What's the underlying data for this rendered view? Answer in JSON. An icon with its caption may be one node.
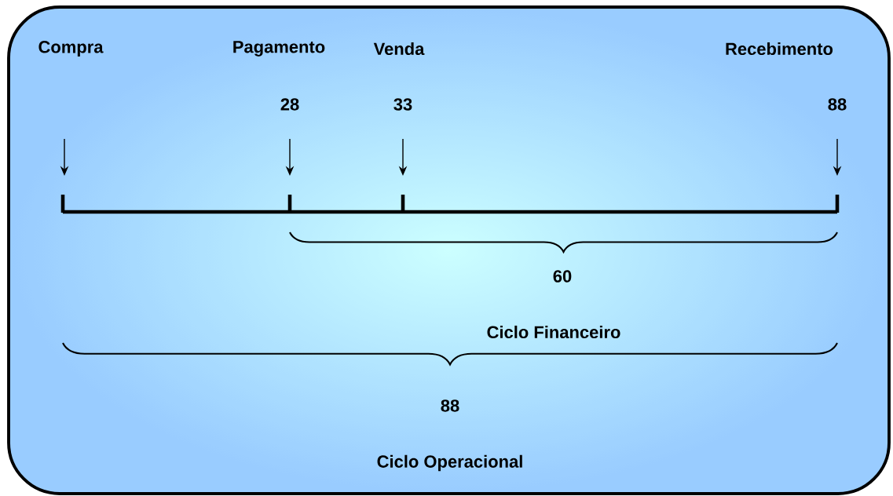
{
  "diagram": {
    "labels": [
      "Compra",
      "Pagamento",
      "Venda",
      "Recebimento",
      "28",
      "33",
      "88",
      "60",
      "Ciclo Financeiro",
      "88",
      "Ciclo Operacional"
    ]
  }
}
